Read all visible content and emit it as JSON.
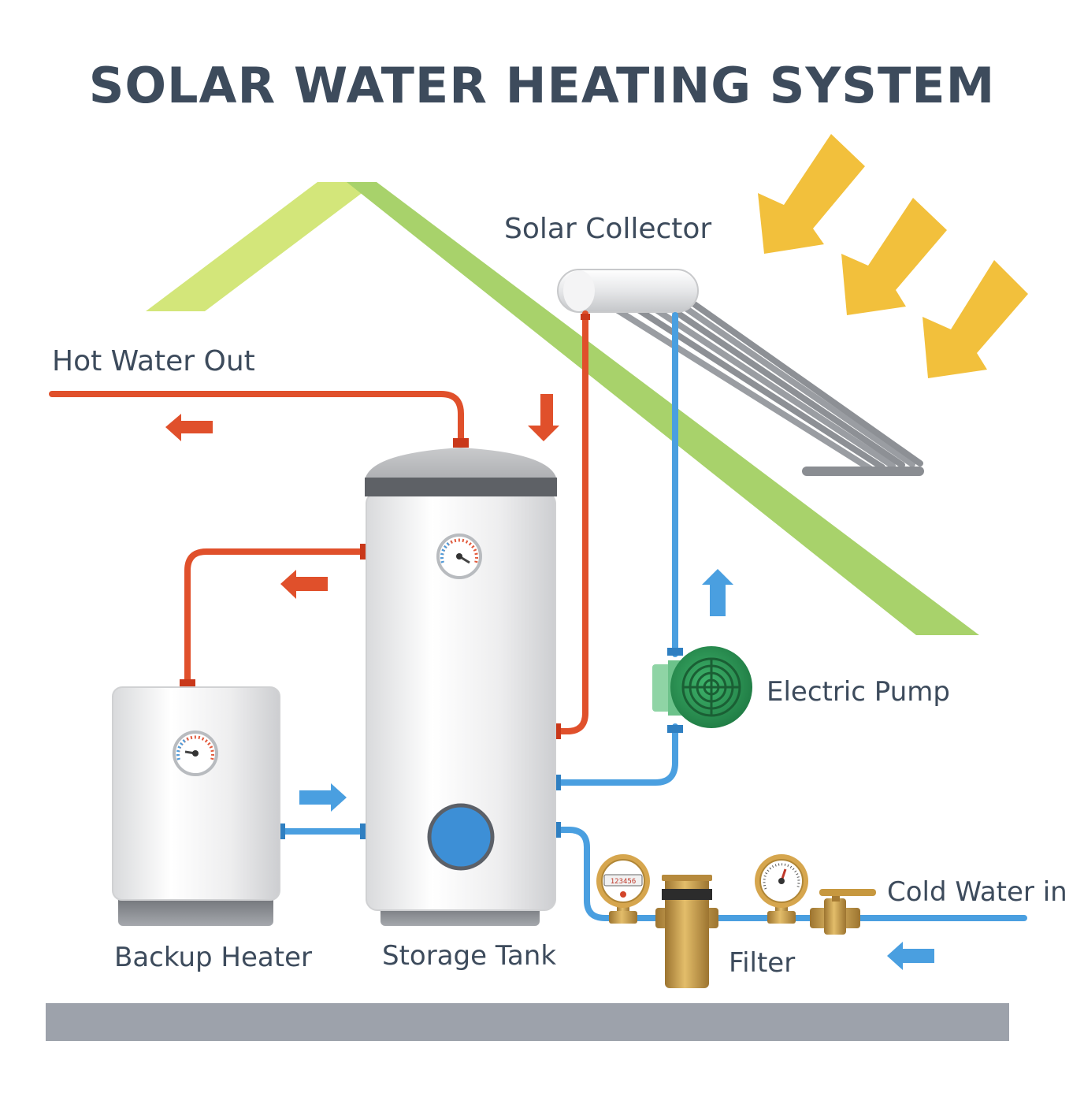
{
  "title": "SOLAR WATER HEATING SYSTEM",
  "labels": {
    "solar_collector": "Solar Collector",
    "hot_water_out": "Hot Water Out",
    "electric_pump": "Electric Pump",
    "cold_water_in": "Cold Water in",
    "backup_heater": "Backup Heater",
    "storage_tank": "Storage Tank",
    "filter": "Filter"
  },
  "meter_reading": "123456",
  "colors": {
    "hot_pipe": "#e0502b",
    "cold_pipe": "#4a9fe0",
    "roof_light": "#d3e67a",
    "roof": "#a8d26b",
    "sun_arrow": "#f2c03c",
    "ground": "#9da2ab",
    "pump": "#2f9d5b",
    "brass": "#c7983f",
    "text": "#3d4b5c"
  }
}
